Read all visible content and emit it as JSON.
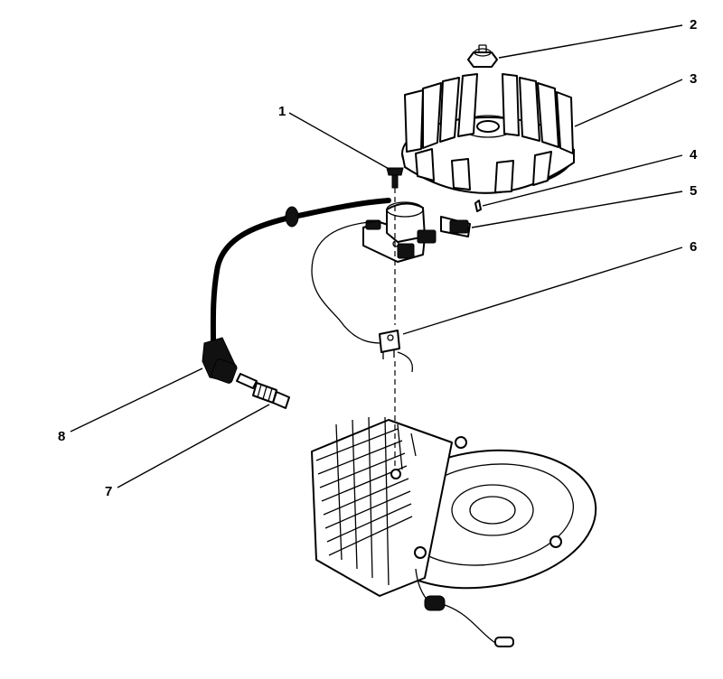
{
  "callouts": [
    {
      "id": "1",
      "part": "screw"
    },
    {
      "id": "2",
      "part": "nut"
    },
    {
      "id": "3",
      "part": "flywheel"
    },
    {
      "id": "4",
      "part": "key"
    },
    {
      "id": "5",
      "part": "ignition-module"
    },
    {
      "id": "6",
      "part": "wire-clip"
    },
    {
      "id": "7",
      "part": "spark-plug"
    },
    {
      "id": "8",
      "part": "spark-plug-boot"
    }
  ]
}
